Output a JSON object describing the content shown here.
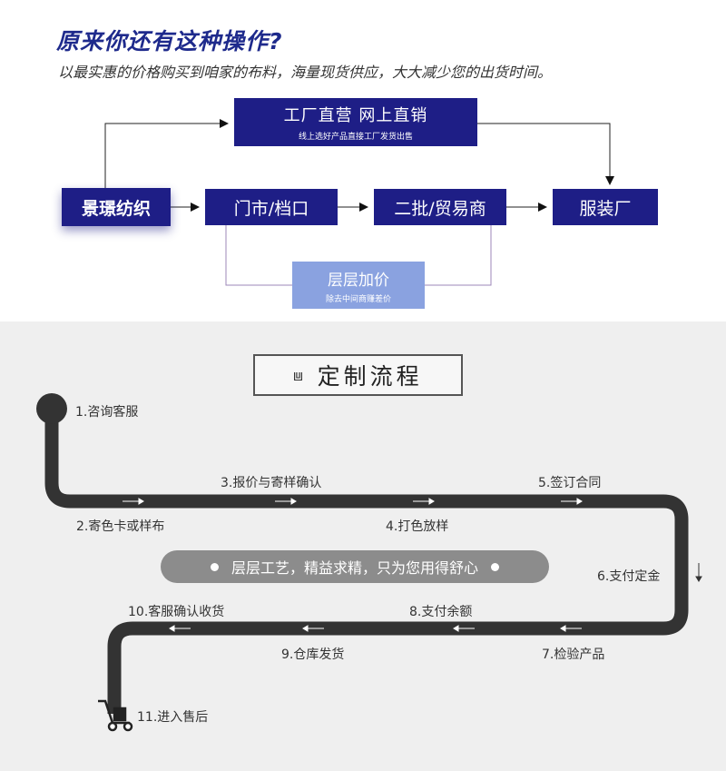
{
  "header": {
    "title": "原来你还有这种操作?",
    "subtitle": "以最实惠的价格购买到咱家的布料，海量现货供应，大大减少您的出货时间。"
  },
  "supply_chain": {
    "direct_title": "工厂直营 网上直销",
    "direct_sub": "线上选好产品直接工厂发货出售",
    "brand": "景璟纺织",
    "market": "门市/档口",
    "trade": "二批/贸易商",
    "factory": "服装厂",
    "markup_title": "层层加价",
    "markup_sub": "除去中间商赚差价"
  },
  "process": {
    "title": "定制流程",
    "title_icon": "flowchart-icon",
    "slogan": "层层工艺，精益求精，只为您用得舒心",
    "steps": [
      "1.咨询客服",
      "2.寄色卡或样布",
      "3.报价与寄样确认",
      "4.打色放样",
      "5.签订合同",
      "6.支付定金",
      "7.检验产品",
      "8.支付余额",
      "9.仓库发货",
      "10.客服确认收货",
      "11.进入售后"
    ]
  },
  "colors": {
    "navy": "#1e1e86",
    "light_blue": "#8aa2e0",
    "track": "#333333",
    "pill": "#8c8c8c"
  }
}
